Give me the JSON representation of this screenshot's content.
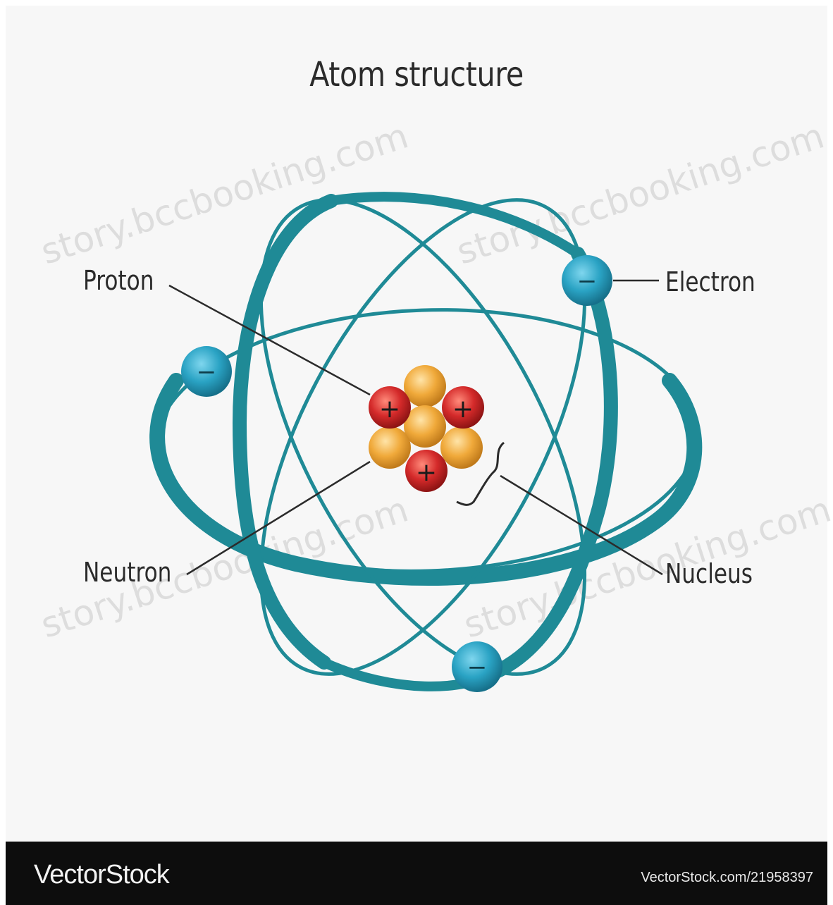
{
  "title": "Atom structure",
  "labels": {
    "proton": "Proton",
    "electron": "Electron",
    "neutron": "Neutron",
    "nucleus": "Nucleus"
  },
  "particle_symbols": {
    "proton": "+",
    "electron": "−"
  },
  "watermark_text": "story.bccbooking.com",
  "footer": {
    "brand": "VectorStock",
    "url": "VectorStock.com/21958397"
  },
  "colors": {
    "orbit": "#1f8a96",
    "electron": "#2aa3c4",
    "proton": "#d42a2a",
    "neutron": "#f0a93a",
    "text": "#2b2b2b"
  }
}
